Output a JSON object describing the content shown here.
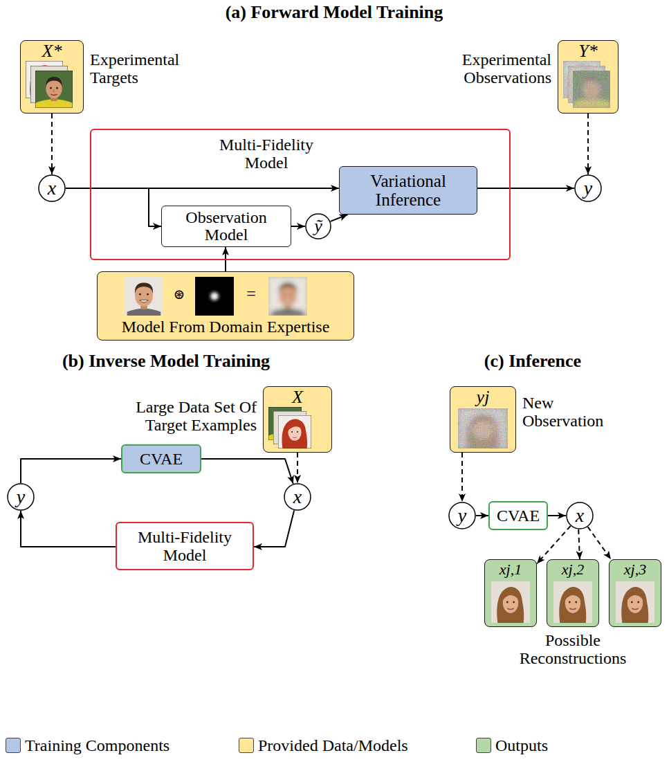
{
  "diagram": {
    "nodes": [
      {
        "text": [
          "X*",
          "Experimental Targets"
        ]
      },
      {
        "text": [
          "Y*",
          "Experimental Observations"
        ]
      },
      {
        "text": [
          "x"
        ]
      },
      {
        "text": [
          "Multi-Fidelity Model"
        ]
      },
      {
        "text": [
          "Observation Model"
        ],
        "in": 3
      },
      {
        "text": [
          "ỹ"
        ],
        "in": 3
      },
      {
        "text": [
          "Variational Inference"
        ],
        "in": 3
      },
      {
        "text": [
          "y"
        ]
      },
      {
        "text": [
          "Model From Domain Expertise"
        ]
      },
      {
        "text": [
          "X",
          "Large Data Set Of Target Examples"
        ]
      },
      {
        "text": [
          "y"
        ]
      },
      {
        "text": [
          "CVAE"
        ]
      },
      {
        "text": [
          "x"
        ]
      },
      {
        "text": [
          "Multi-Fidelity Model"
        ]
      },
      {
        "text": [
          "yj",
          "New Observation"
        ]
      },
      {
        "text": [
          "y"
        ]
      },
      {
        "text": [
          "CVAE"
        ]
      },
      {
        "text": [
          "x"
        ]
      },
      {
        "text": [
          "xj,1"
        ]
      },
      {
        "text": [
          "xj,2"
        ]
      },
      {
        "text": [
          "xj,3"
        ]
      }
    ],
    "edges": [
      {
        "from": 0,
        "to": 2,
        "arrow": "to"
      },
      {
        "from": 1,
        "to": 7,
        "arrow": "to"
      },
      {
        "from": 2,
        "to": 6,
        "arrow": "to"
      },
      {
        "from": 2,
        "to": 4,
        "arrow": "to"
      },
      {
        "from": 4,
        "to": 5,
        "arrow": "to"
      },
      {
        "from": 5,
        "to": 6,
        "arrow": "to"
      },
      {
        "from": 6,
        "to": 7,
        "arrow": "to"
      },
      {
        "from": 8,
        "to": 4,
        "arrow": "to"
      },
      {
        "from": 9,
        "to": 12,
        "arrow": "to"
      },
      {
        "from": 10,
        "to": 11,
        "arrow": "to"
      },
      {
        "from": 11,
        "to": 12,
        "arrow": "to"
      },
      {
        "from": 12,
        "to": 13,
        "arrow": "to"
      },
      {
        "from": 13,
        "to": 10,
        "arrow": "to"
      },
      {
        "from": 14,
        "to": 15,
        "arrow": "to"
      },
      {
        "from": 15,
        "to": 16,
        "arrow": "to"
      },
      {
        "from": 16,
        "to": 17,
        "arrow": "to"
      },
      {
        "from": 17,
        "to": 18,
        "arrow": "to"
      },
      {
        "from": 17,
        "to": 19,
        "arrow": "to"
      },
      {
        "from": 17,
        "to": 20,
        "arrow": "to"
      }
    ],
    "labels": [
      "(a) Forward Model Training",
      "(b) Inverse Model Training",
      "(c) Inference",
      "⊛",
      "=",
      "Possible Reconstructions"
    ],
    "legend": [
      {
        "text": "Training Components",
        "color": "#b4c7e7"
      },
      {
        "text": "Provided Data/Models",
        "color": "#ffe699"
      },
      {
        "text": "Outputs",
        "color": "#b6d7a8"
      }
    ]
  }
}
